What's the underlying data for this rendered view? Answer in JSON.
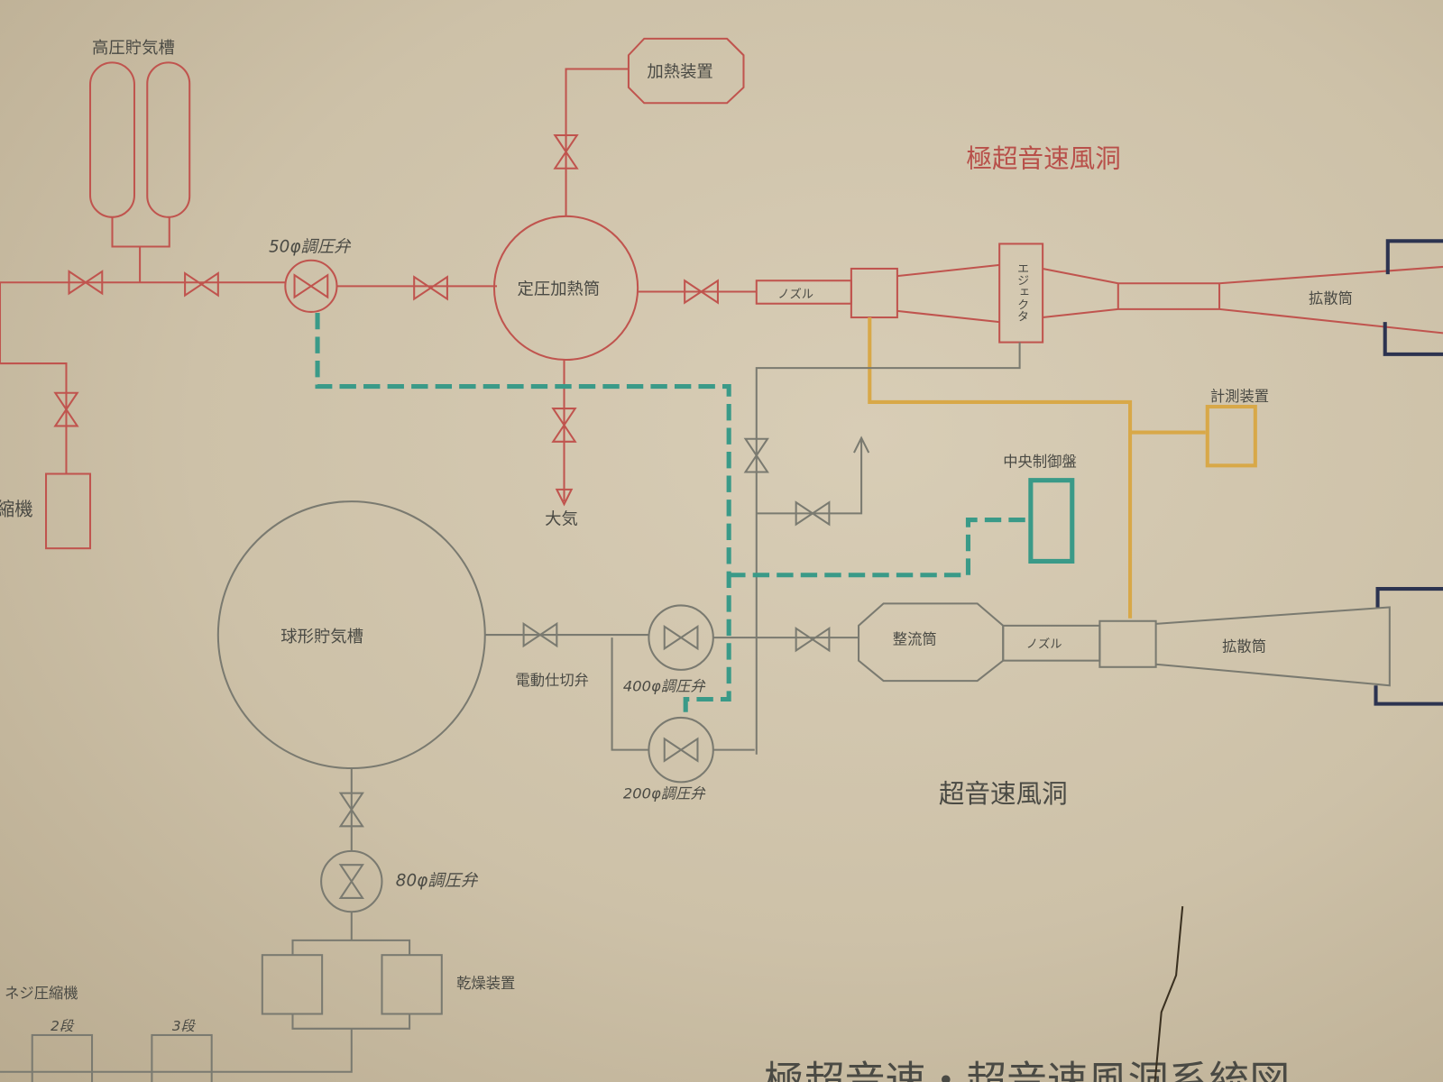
{
  "title_hypersonic": "極超音速風洞",
  "title_supersonic": "超音速風洞",
  "bottom_title": "極超音速・超音速風洞系統図",
  "labels": {
    "high_pressure_tank": "高圧貯気槽",
    "heater": "加熱装置",
    "valve_50": "50φ調圧弁",
    "heating_cylinder": "定圧加熱筒",
    "nozzle_top": "ノズル",
    "ejector": "エジェクタ",
    "diffuser_top": "拡散筒",
    "measurement": "計測装置",
    "central_control": "中央制御盤",
    "atmosphere": "大気",
    "compressor_partial": "縮機",
    "spherical_tank": "球形貯気槽",
    "motor_gate_valve": "電動仕切弁",
    "valve_400": "400φ調圧弁",
    "valve_200": "200φ調圧弁",
    "settling_chamber": "整流筒",
    "nozzle_bottom": "ノズル",
    "diffuser_bottom": "拡散筒",
    "valve_80": "80φ調圧弁",
    "dryer": "乾燥装置",
    "screw_compressor": "ネジ圧縮機",
    "stage2": "2段",
    "stage3": "3段"
  },
  "colors": {
    "hypersonic_line": "#c0544e",
    "supersonic_line": "#7a7a70",
    "control_line": "#3a9a88",
    "measurement_line": "#d8a848",
    "paper": "#cdc1a8"
  }
}
